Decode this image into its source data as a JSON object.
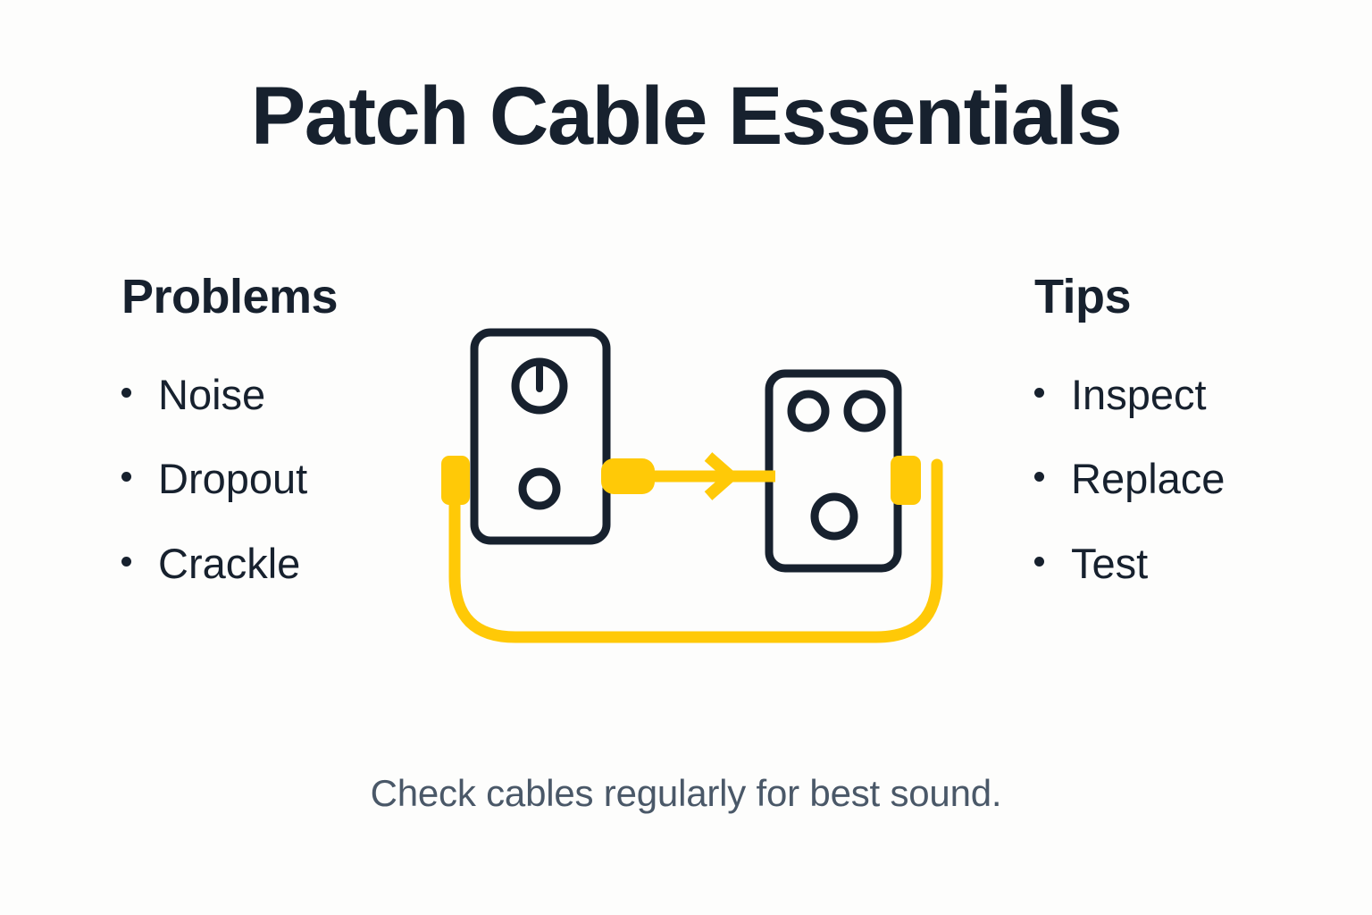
{
  "page": {
    "title": "Patch Cable Essentials",
    "caption": "Check cables regularly for best sound.",
    "background_color": "#FDFDFC"
  },
  "colors": {
    "ink": "#17212E",
    "cable_yellow": "#FFC907",
    "caption_gray": "#4A5868",
    "background": "#FDFDFC"
  },
  "columns": {
    "left": {
      "heading": "Problems",
      "items": [
        {
          "label": "Noise"
        },
        {
          "label": "Dropout"
        },
        {
          "label": "Crackle"
        }
      ]
    },
    "right": {
      "heading": "Tips",
      "items": [
        {
          "label": "Inspect"
        },
        {
          "label": "Replace"
        },
        {
          "label": "Test"
        }
      ]
    }
  },
  "diagram": {
    "name": "patch-cable-pedal-diagram",
    "cable_color": "#FFC907",
    "outline_color": "#17212E",
    "devices": [
      {
        "name": "left-pedal",
        "controls": [
          "knob-with-indicator",
          "jack-circle"
        ]
      },
      {
        "name": "right-pedal",
        "controls": [
          "jack-circle-left",
          "jack-circle-right",
          "footswitch-circle"
        ]
      }
    ],
    "connectors": [
      {
        "name": "left-plug-outer"
      },
      {
        "name": "left-plug-signal-out"
      },
      {
        "name": "right-plug-signal-in"
      },
      {
        "name": "right-plug-outer"
      }
    ],
    "signal_flow": {
      "name": "signal-flow-arrow",
      "direction": "left-to-right"
    }
  }
}
